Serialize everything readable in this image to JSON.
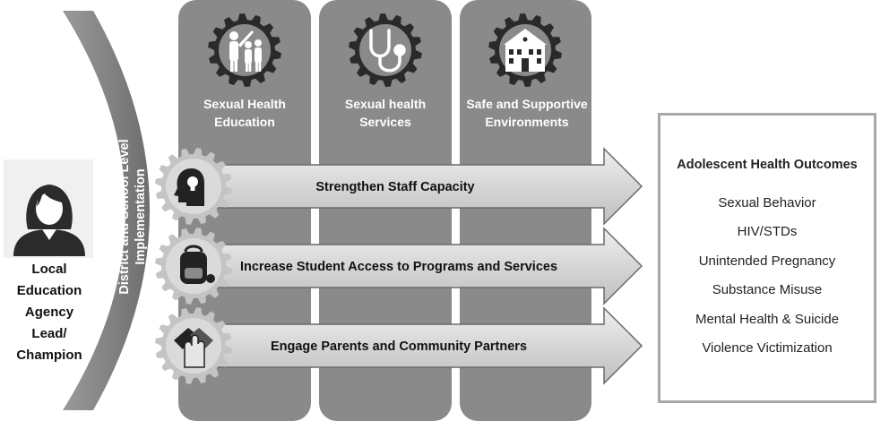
{
  "components": [
    {
      "label_line1": "Sexual Health",
      "label_line2": "Education",
      "icon": "people-icon"
    },
    {
      "label_line1": "Sexual health",
      "label_line2": "Services",
      "icon": "stethoscope-icon"
    },
    {
      "label_line1": "Safe and Supportive",
      "label_line2": "Environments",
      "icon": "school-building-icon"
    }
  ],
  "strategies": [
    {
      "label": "Strengthen Staff Capacity",
      "icon": "head-lightbulb-icon"
    },
    {
      "label": "Increase Student Access to Programs and Services",
      "icon": "backpack-icon"
    },
    {
      "label": "Engage Parents and Community Partners",
      "icon": "joined-hands-icon"
    }
  ],
  "implementation": {
    "line1": "District and School Level",
    "line2": "Implementation"
  },
  "lead": {
    "lines": [
      "Local",
      "Education",
      "Agency",
      "Lead/",
      "Champion"
    ],
    "icon": "person-avatar-icon"
  },
  "outcomes": {
    "title": "Adolescent Health Outcomes",
    "items": [
      "Sexual Behavior",
      "HIV/STDs",
      "Unintended Pregnancy",
      "Substance Misuse",
      "Mental Health & Suicide",
      "Violence Victimization"
    ]
  },
  "colors": {
    "column": "#8a8a8a",
    "arch": "#7d7d7d",
    "arrow_fill": "#dcdcdc",
    "gear": "#2a2a2a",
    "outcome_border": "#a8a8a8"
  }
}
